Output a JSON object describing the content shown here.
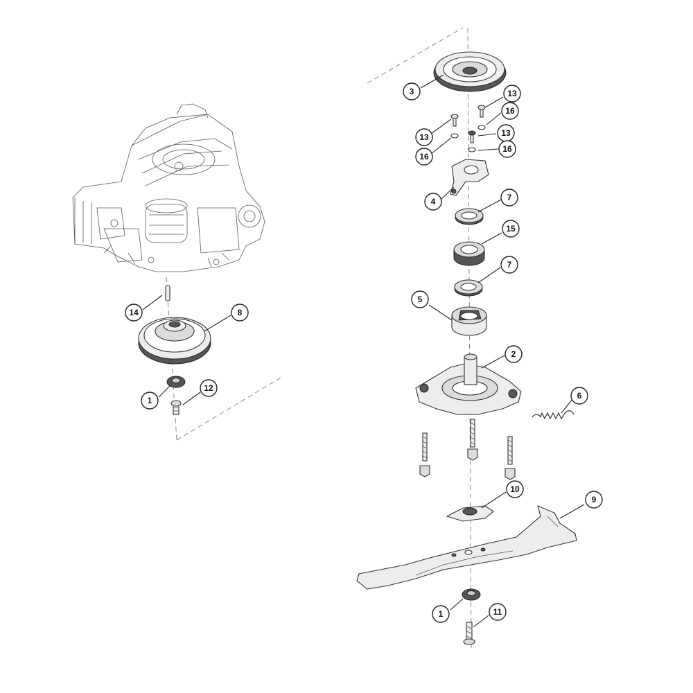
{
  "callouts": {
    "c1a": "1",
    "c1b": "1",
    "c2": "2",
    "c3": "3",
    "c4": "4",
    "c5": "5",
    "c6": "6",
    "c7a": "7",
    "c7b": "7",
    "c8": "8",
    "c9": "9",
    "c10": "10",
    "c11": "11",
    "c12": "12",
    "c13a": "13",
    "c13b": "13",
    "c13c": "13",
    "c14": "14",
    "c15": "15",
    "c16a": "16",
    "c16b": "16",
    "c16c": "16"
  }
}
